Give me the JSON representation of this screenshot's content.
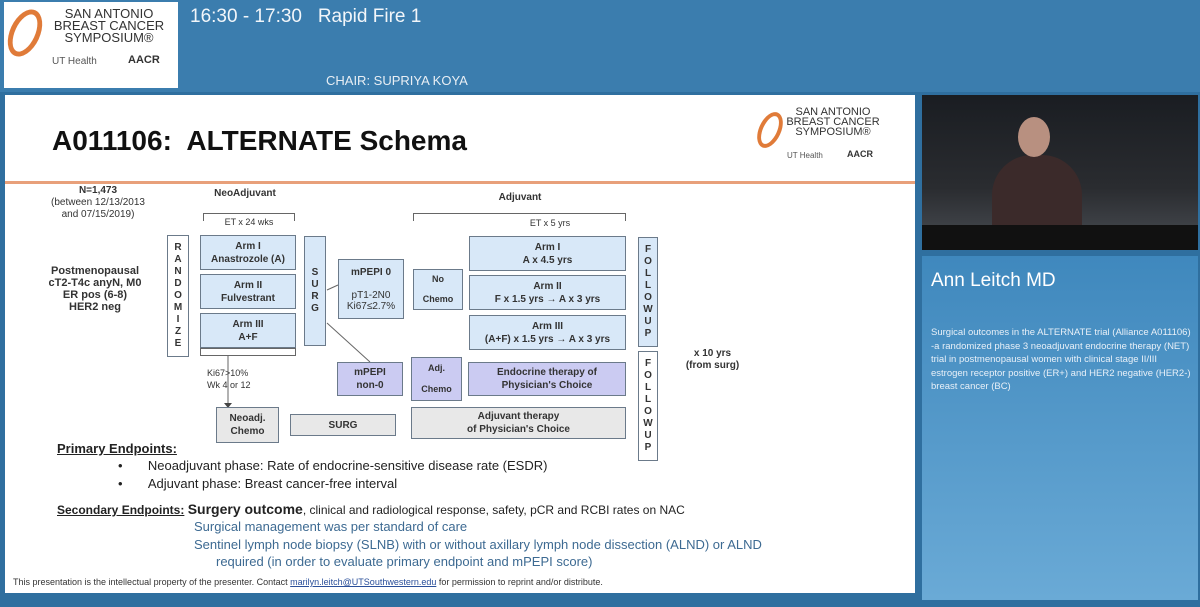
{
  "header": {
    "logo": {
      "line1": "SAN ANTONIO",
      "line2": "BREAST CANCER",
      "line3": "SYMPOSIUM®",
      "partner1": "UT Health",
      "partner2": "AACR"
    },
    "session": "16:30 - 17:30   Rapid Fire 1",
    "chair": "CHAIR: SUPRIYA KOYA"
  },
  "slide": {
    "title": "A011106:  ALTERNATE Schema",
    "logo": {
      "line1": "SAN ANTONIO",
      "line2": "BREAST CANCER",
      "line3": "SYMPOSIUM®",
      "partner1": "UT Health",
      "partner2": "AACR"
    },
    "n": "N=1,473",
    "n_dates1": "(between 12/13/2013",
    "n_dates2": "and 07/15/2019)",
    "population": [
      "Postmenopausal",
      "cT2-T4c anyN, M0",
      "ER pos (6-8)",
      "HER2 neg"
    ],
    "neo_label": "NeoAdjuvant",
    "neo_duration": "ET x 24 wks",
    "randomize": "RANDOMIZE",
    "neo_arms": [
      {
        "name": "Arm I",
        "drug": "Anastrozole (A)"
      },
      {
        "name": "Arm II",
        "drug": "Fulvestrant"
      },
      {
        "name": "Arm III",
        "drug": "A+F"
      }
    ],
    "surg_vertical": "SURG",
    "mpepi0": {
      "title": "mPEPI 0",
      "line1": "pT1-2N0",
      "line2": "Ki67≤2.7%"
    },
    "no_chemo": {
      "l1": "No",
      "l2": "Chemo"
    },
    "adj_label": "Adjuvant",
    "adj_duration": "ET x 5 yrs",
    "adj_arms": [
      {
        "name": "Arm I",
        "drug": "A x 4.5 yrs"
      },
      {
        "name": "Arm II",
        "drug": "F x 1.5 yrs  → A x 3 yrs"
      },
      {
        "name": "Arm III",
        "drug": "(A+F) x 1.5 yrs → A x 3 yrs"
      }
    ],
    "followup": "FOLLOWUP",
    "followup_duration1": "x 10 yrs",
    "followup_duration2": "(from surg)",
    "ki67_1": "Ki67>10%",
    "ki67_2": "Wk 4 or 12",
    "mpepi_non0": {
      "l1": "mPEPI",
      "l2": "non-0"
    },
    "adj_chemo": {
      "l1": "Adj.",
      "l2": "Chemo"
    },
    "endocrine": {
      "l1": "Endocrine therapy of",
      "l2": "Physician's Choice"
    },
    "neoadj_chemo": {
      "l1": "Neoadj.",
      "l2": "Chemo"
    },
    "surg_box": "SURG",
    "adjuvant_therapy": {
      "l1": "Adjuvant therapy",
      "l2": "of Physician's Choice"
    },
    "primary_label": "Primary Endpoints:",
    "primary": [
      "Neoadjuvant phase: Rate of endocrine-sensitive disease rate (ESDR)",
      "Adjuvant phase: Breast cancer-free interval"
    ],
    "secondary_label": "Secondary Endpoints:",
    "secondary_bold": "Surgery outcome",
    "secondary_rest": ", clinical and radiological response, safety, pCR and RCBI rates on NAC",
    "notes": [
      "Surgical management was per standard of care",
      "Sentinel lymph node biopsy (SLNB) with or without axillary lymph node dissection (ALND) or ALND",
      "required (in order to evaluate primary endpoint and mPEPI score)"
    ],
    "footer_pre": "This presentation is the intellectual property of the presenter. Contact ",
    "footer_email": "marilyn.leitch@UTSouthwestern.edu",
    "footer_post": " for permission to reprint and/or distribute.",
    "accent": "#e8a07a"
  },
  "speaker": {
    "name": "Ann Leitch MD",
    "abstract": "Surgical outcomes in the ALTERNATE trial (Alliance A011106) -a randomized phase 3 neoadjuvant endocrine therapy (NET) trial in postmenopausal women with clinical stage II/III estrogen receptor positive (ER+) and HER2 negative (HER2-) breast cancer (BC)"
  }
}
